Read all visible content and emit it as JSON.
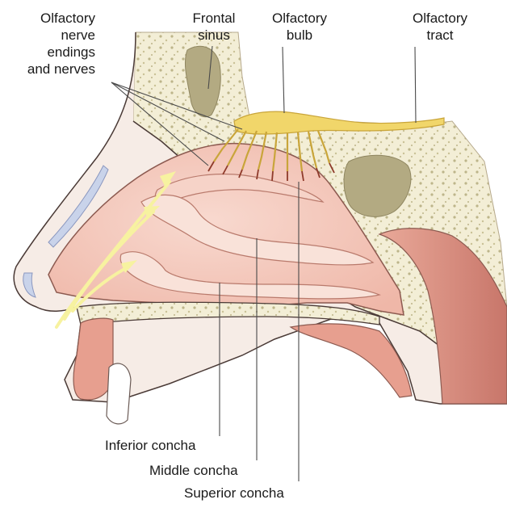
{
  "labels": {
    "olfactory_nerve_endings": [
      "Olfactory",
      "nerve",
      "endings",
      "and nerves"
    ],
    "frontal_sinus": [
      "Frontal",
      "sinus"
    ],
    "olfactory_bulb": [
      "Olfactory",
      "bulb"
    ],
    "olfactory_tract": [
      "Olfactory",
      "tract"
    ],
    "inferior_concha": "Inferior concha",
    "middle_concha": "Middle concha",
    "superior_concha": "Superior concha"
  },
  "colors": {
    "bone": "#f3eed6",
    "bone_dots": "#bdb58a",
    "sinus": "#b3aa82",
    "soft_tissue": "#f0c3b6",
    "mucosa": "#e79f8f",
    "deep_tissue": "#d47f70",
    "cartilage": "#c9d3ea",
    "nerve": "#f1d66a",
    "nerve_outline": "#c9a53a",
    "nerve_ends": "#8e3a2a",
    "airflow": "#f7f2a0",
    "outline": "#3a2a28"
  }
}
